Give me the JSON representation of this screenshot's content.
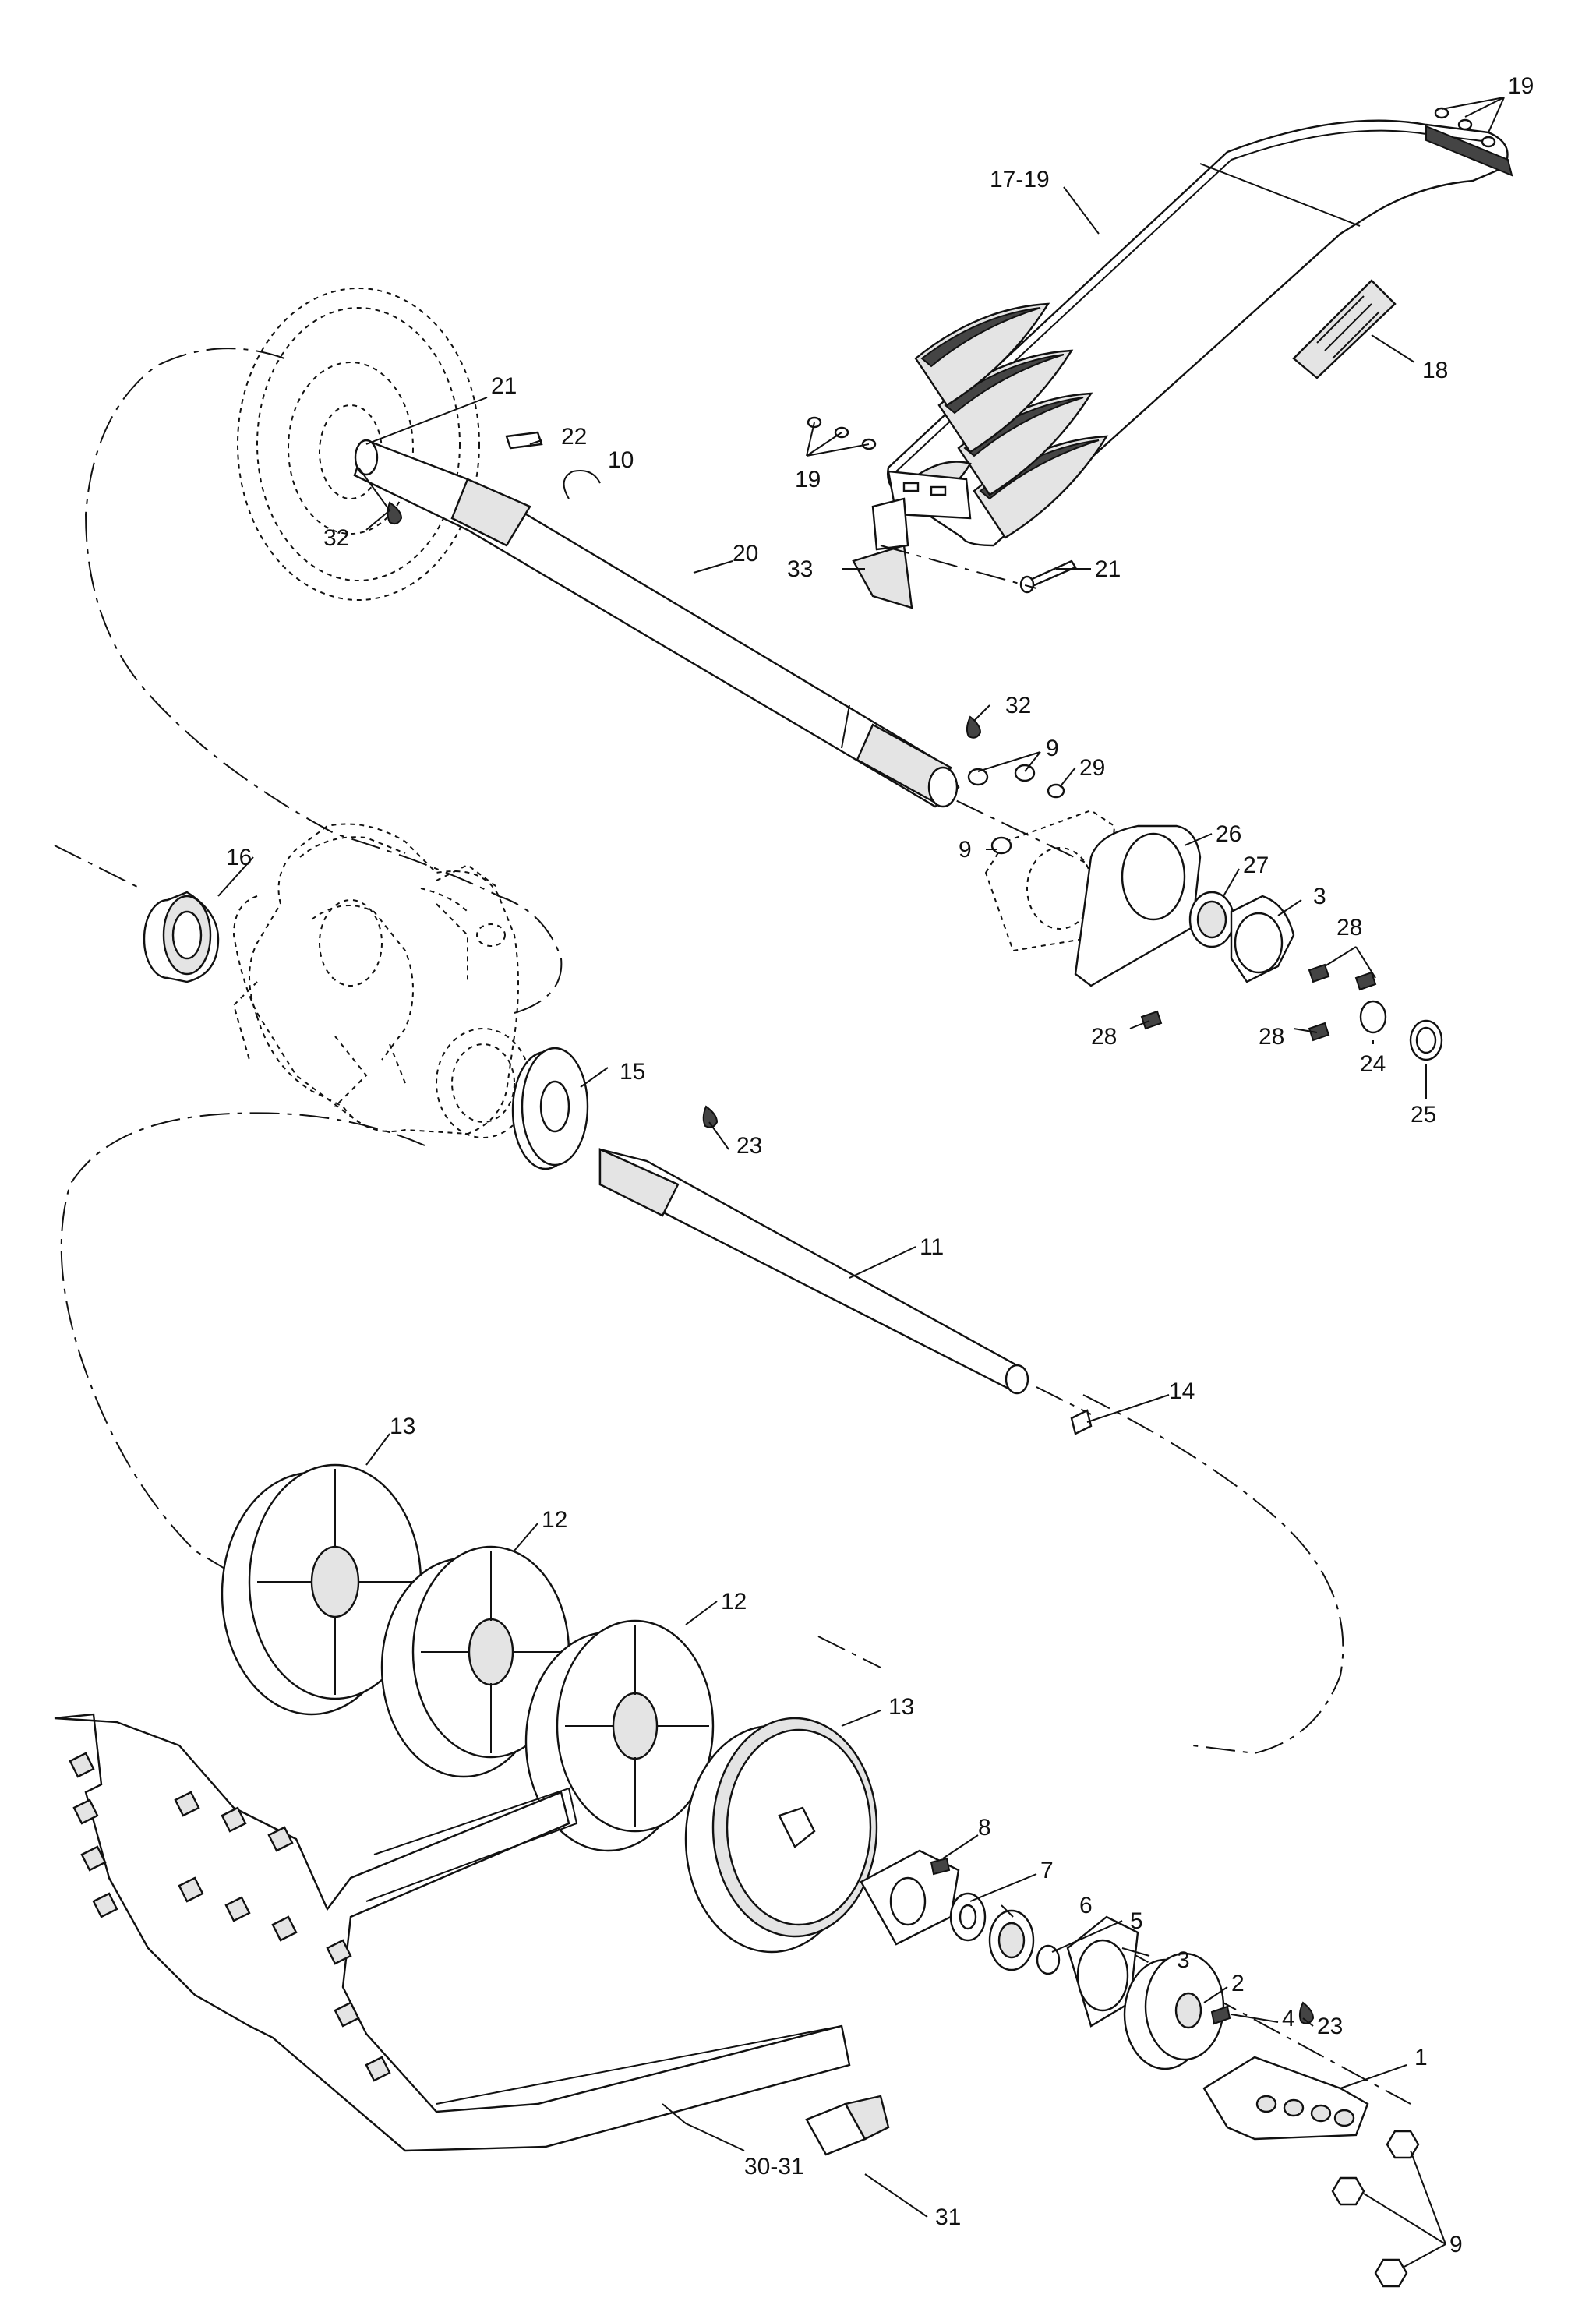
{
  "diagram": {
    "type": "exploded parts diagram",
    "callouts": [
      {
        "id": "c19-top",
        "label": "19"
      },
      {
        "id": "c17-19",
        "label": "17-19"
      },
      {
        "id": "c18",
        "label": "18"
      },
      {
        "id": "c21-top",
        "label": "21"
      },
      {
        "id": "c22",
        "label": "22"
      },
      {
        "id": "c10",
        "label": "10"
      },
      {
        "id": "c19-mid",
        "label": "19"
      },
      {
        "id": "c32-left",
        "label": "32"
      },
      {
        "id": "c33",
        "label": "33"
      },
      {
        "id": "c21-right",
        "label": "21"
      },
      {
        "id": "c20",
        "label": "20"
      },
      {
        "id": "c32-right",
        "label": "32"
      },
      {
        "id": "c9-a",
        "label": "9"
      },
      {
        "id": "c29",
        "label": "29"
      },
      {
        "id": "c26",
        "label": "26"
      },
      {
        "id": "c9-b",
        "label": "9"
      },
      {
        "id": "c27",
        "label": "27"
      },
      {
        "id": "c3-top",
        "label": "3"
      },
      {
        "id": "c16",
        "label": "16"
      },
      {
        "id": "c28-a",
        "label": "28"
      },
      {
        "id": "c28-b",
        "label": "28"
      },
      {
        "id": "c28-c",
        "label": "28"
      },
      {
        "id": "c24",
        "label": "24"
      },
      {
        "id": "c25",
        "label": "25"
      },
      {
        "id": "c15",
        "label": "15"
      },
      {
        "id": "c23-top",
        "label": "23"
      },
      {
        "id": "c11",
        "label": "11"
      },
      {
        "id": "c14",
        "label": "14"
      },
      {
        "id": "c13-top",
        "label": "13"
      },
      {
        "id": "c12-a",
        "label": "12"
      },
      {
        "id": "c12-b",
        "label": "12"
      },
      {
        "id": "c13-bottom",
        "label": "13"
      },
      {
        "id": "c8",
        "label": "8"
      },
      {
        "id": "c7",
        "label": "7"
      },
      {
        "id": "c6",
        "label": "6"
      },
      {
        "id": "c5",
        "label": "5"
      },
      {
        "id": "c3-bottom",
        "label": "3"
      },
      {
        "id": "c2",
        "label": "2"
      },
      {
        "id": "c4",
        "label": "4"
      },
      {
        "id": "c23-bottom",
        "label": "23"
      },
      {
        "id": "c1",
        "label": "1"
      },
      {
        "id": "c30-31",
        "label": "30-31"
      },
      {
        "id": "c31",
        "label": "31"
      },
      {
        "id": "c9-bottom",
        "label": "9"
      }
    ]
  }
}
